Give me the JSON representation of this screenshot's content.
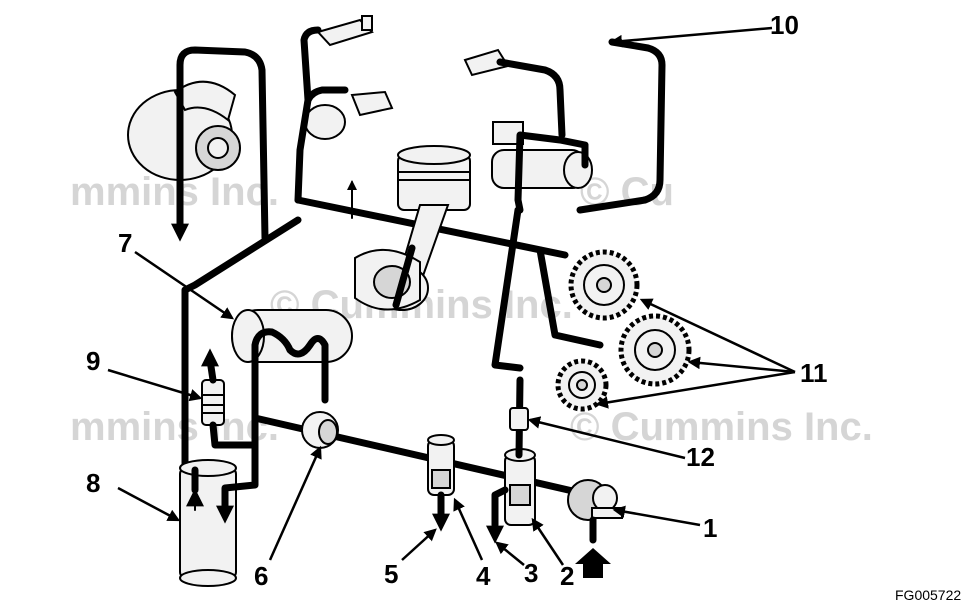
{
  "watermark": {
    "full": "© Cummins Inc.",
    "partial_left": "mmins Inc.",
    "partial_right": "© Cu"
  },
  "figure_code": "FG005722",
  "callouts": {
    "c1": "1",
    "c2": "2",
    "c3": "3",
    "c4": "4",
    "c5": "5",
    "c6": "6",
    "c7": "7",
    "c8": "8",
    "c9": "9",
    "c10": "10",
    "c11": "11",
    "c12": "12"
  }
}
